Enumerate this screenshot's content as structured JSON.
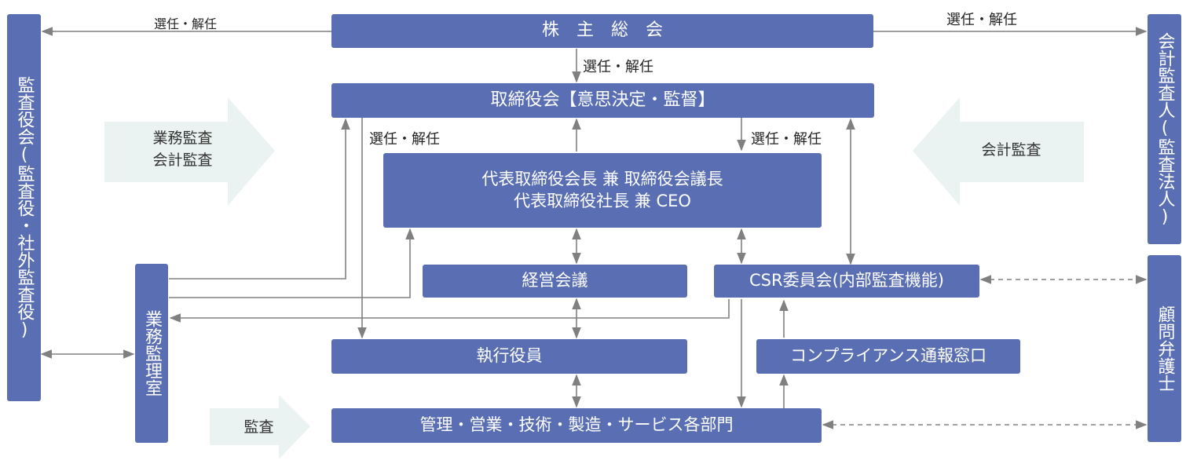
{
  "top": {
    "shareholders_meeting": "株　主　総　会"
  },
  "board": {
    "title": "取締役会【意思決定・監督】"
  },
  "chairman": {
    "line1": "代表取締役会長 兼 取締役会議長",
    "line2": "代表取締役社長 兼 CEO"
  },
  "management_meeting": "経営会議",
  "csr_committee": "CSR委員会(内部監査機能)",
  "executive_officers": "執行役員",
  "whistleblower": "コンプライアンス通報窓口",
  "departments": "管理・営業・技術・製造・サービス各部門",
  "audit_board": "監査役会(監査役・社外監査役)",
  "accounting_auditor": "会計監査人(監査法人)",
  "internal_audit_office": "業務監理室",
  "legal_counsel": "顧問弁護士",
  "labels": {
    "appoint_left": "選任・解任",
    "appoint_right": "選任・解任",
    "appoint_center": "選任・解任",
    "appoint_board_left": "選任・解任",
    "appoint_board_right": "選任・解任"
  },
  "block_arrows": {
    "left_line1": "業務監査",
    "left_line2": "会計監査",
    "right": "会計監査",
    "bottom": "監査"
  },
  "colors": {
    "box": "#5a6fb3",
    "block_arrow": "#eaf3f1",
    "line": "#808080"
  }
}
